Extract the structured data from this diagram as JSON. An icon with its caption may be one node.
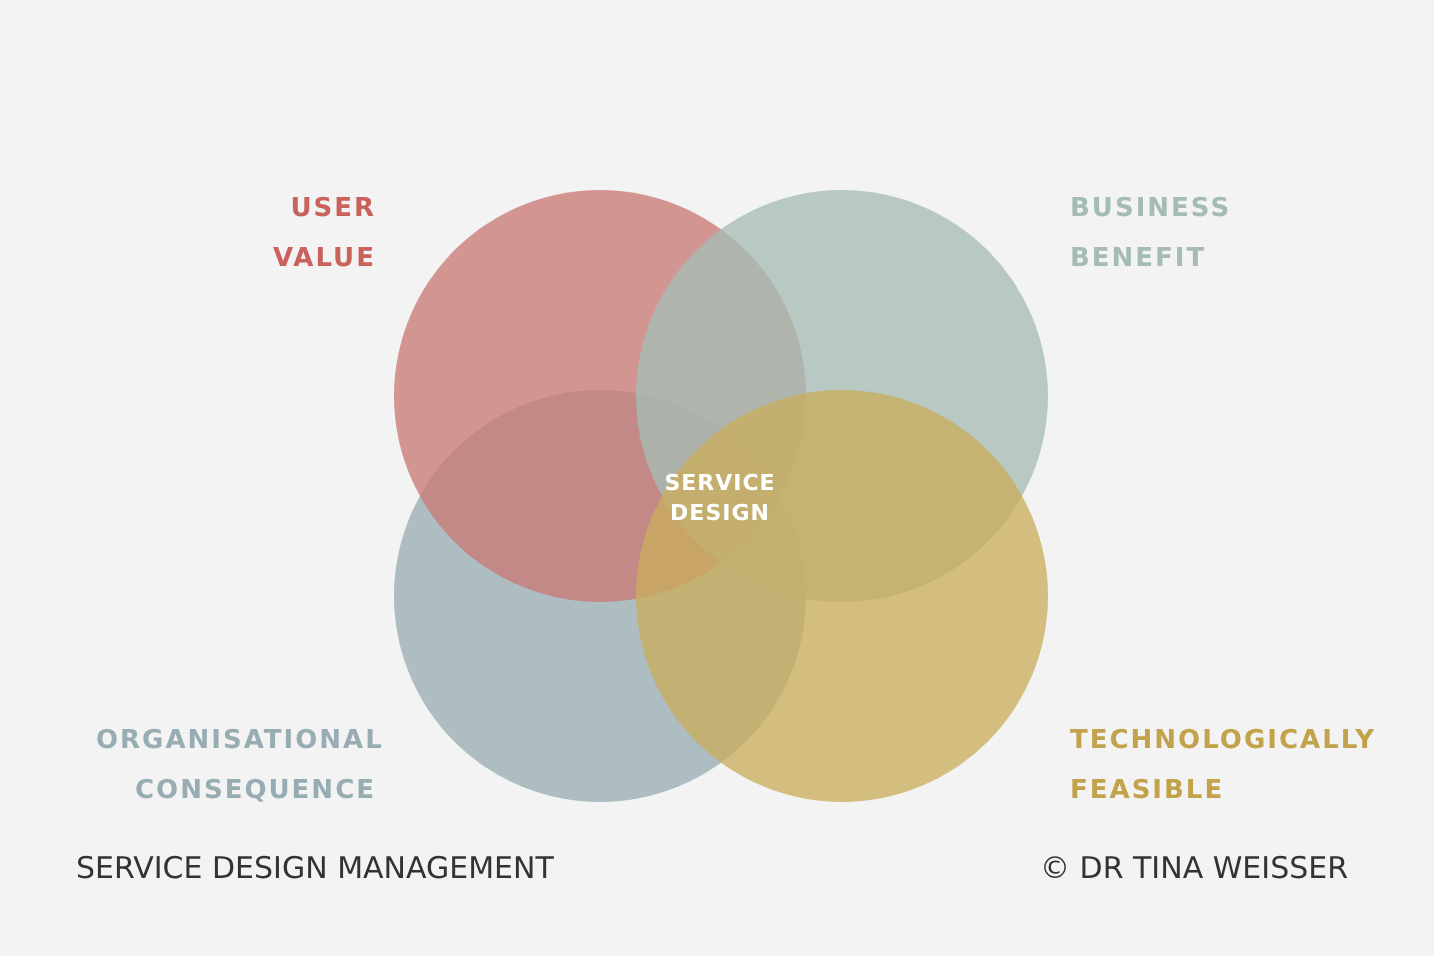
{
  "diagram": {
    "nodes": [
      {
        "text": [
          "USER VALUE"
        ]
      },
      {
        "text": [
          "BUSINESS BENEFIT"
        ]
      },
      {
        "text": [
          "ORGANISATIONAL CONSEQUENCE"
        ]
      },
      {
        "text": [
          "TECHNOLOGICALLY FEASIBLE"
        ]
      }
    ],
    "labels": [
      "SERVICE DESIGN",
      "SERVICE DESIGN MANAGEMENT",
      "© DR TINA WEISSER"
    ]
  }
}
